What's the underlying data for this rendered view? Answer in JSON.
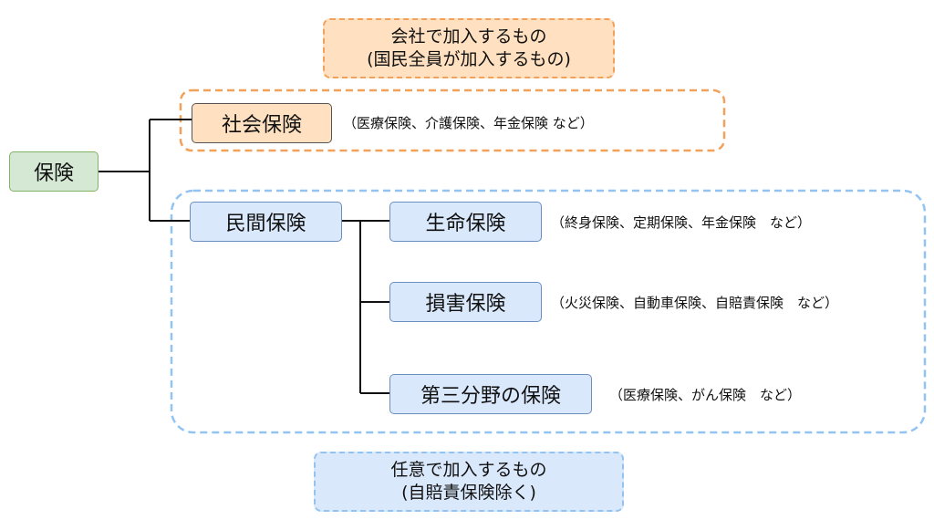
{
  "callouts": {
    "top_line1": "会社で加入するもの",
    "top_line2": "(国民全員が加入するもの)",
    "bottom_line1": "任意で加入するもの",
    "bottom_line2": "(自賠責保険除く)"
  },
  "root": {
    "label": "保険"
  },
  "social": {
    "label": "社会保険",
    "examples": "（医療保険、介護保険、年金保険 など）"
  },
  "private": {
    "label": "民間保険",
    "children": [
      {
        "label": "生命保険",
        "examples": "（終身保険、定期保険、年金保険　など）"
      },
      {
        "label": "損害保険",
        "examples": "（火災保険、自動車保険、自賠責保険　など）"
      },
      {
        "label": "第三分野の保険",
        "examples": "（医療保険、がん保険　など）"
      }
    ]
  },
  "colors": {
    "root_fill": "#d5e8d4",
    "social_fill": "#ffe0c0",
    "private_fill": "#dae8fc",
    "orange_dash": "#f2a15a",
    "blue_dash": "#93c3f0"
  }
}
